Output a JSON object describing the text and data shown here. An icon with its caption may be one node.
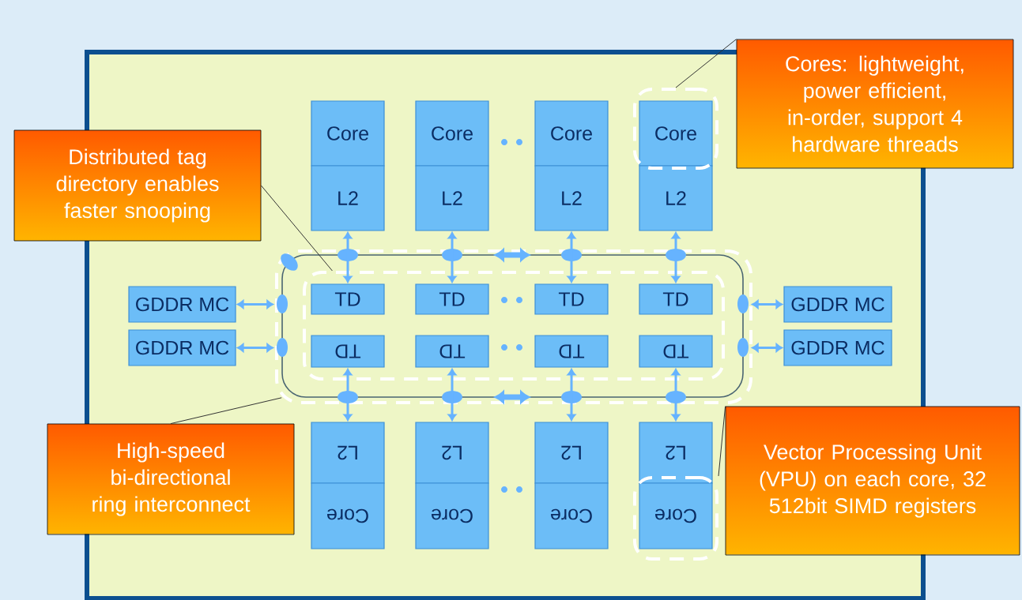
{
  "diagram": {
    "nodes": [
      {
        "text": [],
        "shape": "box"
      },
      {
        "text": [],
        "shape": "box",
        "in": 0
      },
      {
        "text": [],
        "shape": "box",
        "in": 1
      },
      {
        "text": [],
        "shape": "box",
        "in": 0
      },
      {
        "text": [],
        "shape": "box",
        "in": 0
      },
      {
        "text": [
          "Core"
        ],
        "in": 0
      },
      {
        "text": [
          "Core"
        ],
        "in": 0
      },
      {
        "text": [
          "Core"
        ],
        "in": 0
      },
      {
        "text": [
          "Core"
        ],
        "in": 3
      },
      {
        "text": [
          "L2"
        ],
        "in": 0
      },
      {
        "text": [
          "L2"
        ],
        "in": 0
      },
      {
        "text": [
          "L2"
        ],
        "in": 0
      },
      {
        "text": [
          "L2"
        ],
        "in": 0
      },
      {
        "text": [
          "TD"
        ],
        "in": 2
      },
      {
        "text": [
          "TD"
        ],
        "in": 2
      },
      {
        "text": [
          "TD"
        ],
        "in": 2
      },
      {
        "text": [
          "TD"
        ],
        "in": 2
      },
      {
        "text": [
          "TD"
        ],
        "in": 2
      },
      {
        "text": [
          "TD"
        ],
        "in": 2
      },
      {
        "text": [
          "TD"
        ],
        "in": 2
      },
      {
        "text": [
          "TD"
        ],
        "in": 2
      },
      {
        "text": [
          "GDDR MC"
        ],
        "in": 0
      },
      {
        "text": [
          "GDDR MC"
        ],
        "in": 0
      },
      {
        "text": [
          "GDDR MC"
        ],
        "in": 0
      },
      {
        "text": [
          "GDDR MC"
        ],
        "in": 0
      },
      {
        "text": [
          "L2"
        ],
        "in": 0
      },
      {
        "text": [
          "L2"
        ],
        "in": 0
      },
      {
        "text": [
          "L2"
        ],
        "in": 0
      },
      {
        "text": [
          "L2"
        ],
        "in": 0
      },
      {
        "text": [
          "Core"
        ],
        "in": 0
      },
      {
        "text": [
          "Core"
        ],
        "in": 0
      },
      {
        "text": [
          "Core"
        ],
        "in": 0
      },
      {
        "text": [
          "Core"
        ],
        "in": 4
      },
      {
        "text": [
          "Distributed tag directory enables faster snooping"
        ]
      },
      {
        "text": [
          "Cores: lightweight, power efficient, in-order, support 4 hardware threads"
        ]
      },
      {
        "text": [
          "High-speed bi-directional ring interconnect"
        ]
      },
      {
        "text": [
          "Vector Processing Unit (VPU) on each core, 32 512bit SIMD registers"
        ]
      }
    ],
    "edges": [
      {
        "from": 9,
        "to": 13,
        "arrow": "both"
      },
      {
        "from": 10,
        "to": 14,
        "arrow": "both"
      },
      {
        "from": 11,
        "to": 15,
        "arrow": "both"
      },
      {
        "from": 12,
        "to": 16,
        "arrow": "both"
      },
      {
        "from": 17,
        "to": 25,
        "arrow": "both"
      },
      {
        "from": 18,
        "to": 26,
        "arrow": "both"
      },
      {
        "from": 19,
        "to": 27,
        "arrow": "both"
      },
      {
        "from": 20,
        "to": 28,
        "arrow": "both"
      },
      {
        "from": 21,
        "to": 1,
        "arrow": "both"
      },
      {
        "from": 22,
        "to": 1,
        "arrow": "both"
      },
      {
        "from": 23,
        "to": 1,
        "arrow": "both"
      },
      {
        "from": 24,
        "to": 1,
        "arrow": "both"
      },
      {
        "from": 33,
        "to": 2,
        "arrow": "none",
        "color": "#333333"
      },
      {
        "from": 34,
        "to": 3,
        "arrow": "none",
        "color": "#333333"
      },
      {
        "from": 35,
        "to": 1,
        "arrow": "none",
        "color": "#333333"
      },
      {
        "from": 36,
        "to": 4,
        "arrow": "none",
        "color": "#333333"
      }
    ]
  }
}
